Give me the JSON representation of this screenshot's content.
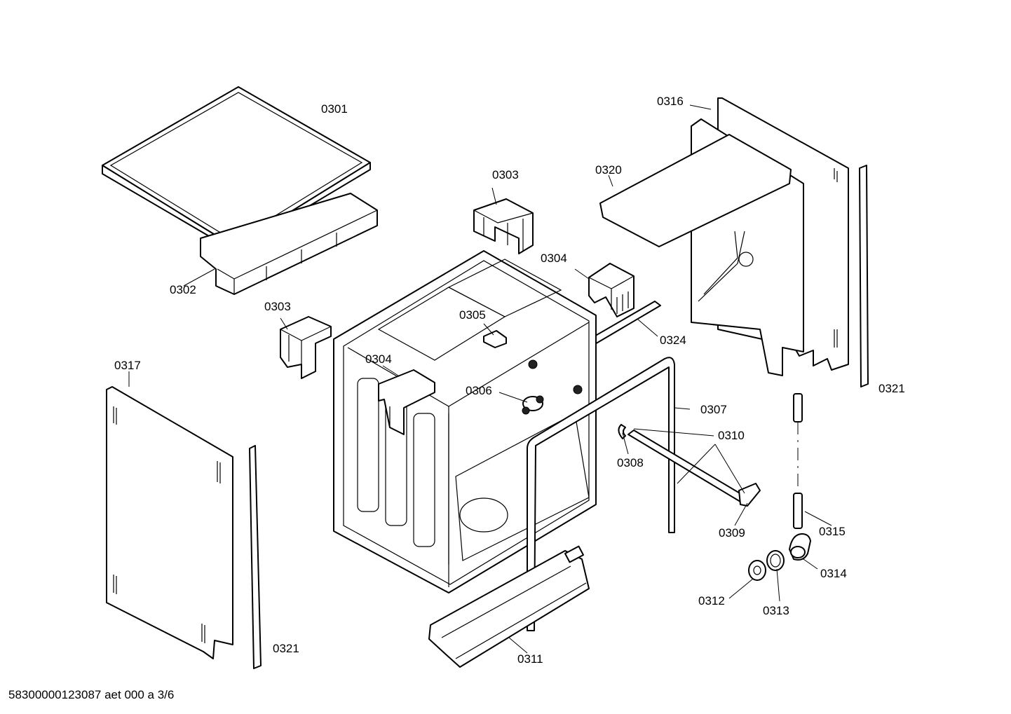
{
  "diagram": {
    "labels": {
      "p0301": "0301",
      "p0302": "0302",
      "p0303a": "0303",
      "p0303b": "0303",
      "p0304a": "0304",
      "p0304b": "0304",
      "p0305": "0305",
      "p0306": "0306",
      "p0307": "0307",
      "p0308": "0308",
      "p0309": "0309",
      "p0310": "0310",
      "p0311": "0311",
      "p0312": "0312",
      "p0313": "0313",
      "p0314": "0314",
      "p0315": "0315",
      "p0316": "0316",
      "p0317": "0317",
      "p0320": "0320",
      "p0321a": "0321",
      "p0321b": "0321",
      "p0324": "0324"
    },
    "footer": "58300000123087 aet 000 a 3/6"
  }
}
